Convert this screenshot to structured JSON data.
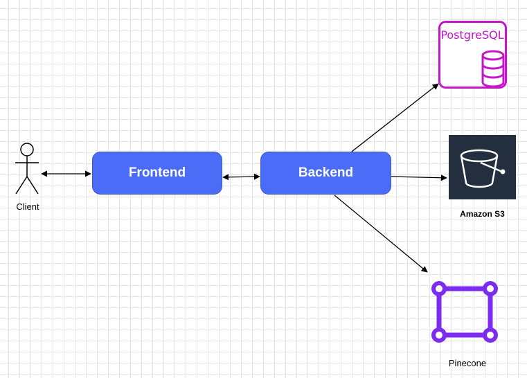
{
  "nodes": {
    "client": {
      "label": "Client"
    },
    "frontend": {
      "label": "Frontend"
    },
    "backend": {
      "label": "Backend"
    },
    "postgres": {
      "label": "PostgreSQL"
    },
    "s3": {
      "label": "Amazon S3"
    },
    "pinecone": {
      "label": "Pinecone"
    }
  },
  "edges": [
    {
      "from": "client",
      "to": "frontend",
      "direction": "both"
    },
    {
      "from": "frontend",
      "to": "backend",
      "direction": "both"
    },
    {
      "from": "backend",
      "to": "postgres",
      "direction": "forward"
    },
    {
      "from": "backend",
      "to": "s3",
      "direction": "forward"
    },
    {
      "from": "backend",
      "to": "pinecone",
      "direction": "forward"
    }
  ],
  "colors": {
    "service_fill": "#4a6cf7",
    "postgres_accent": "#c415c8",
    "s3_background": "#232f3e",
    "pinecone_accent": "#7b2cf0",
    "edge": "#000000"
  },
  "icons": {
    "client": "stick-figure-icon",
    "postgres": "database-cylinder-icon",
    "s3": "bucket-icon",
    "pinecone": "vector-square-icon"
  }
}
